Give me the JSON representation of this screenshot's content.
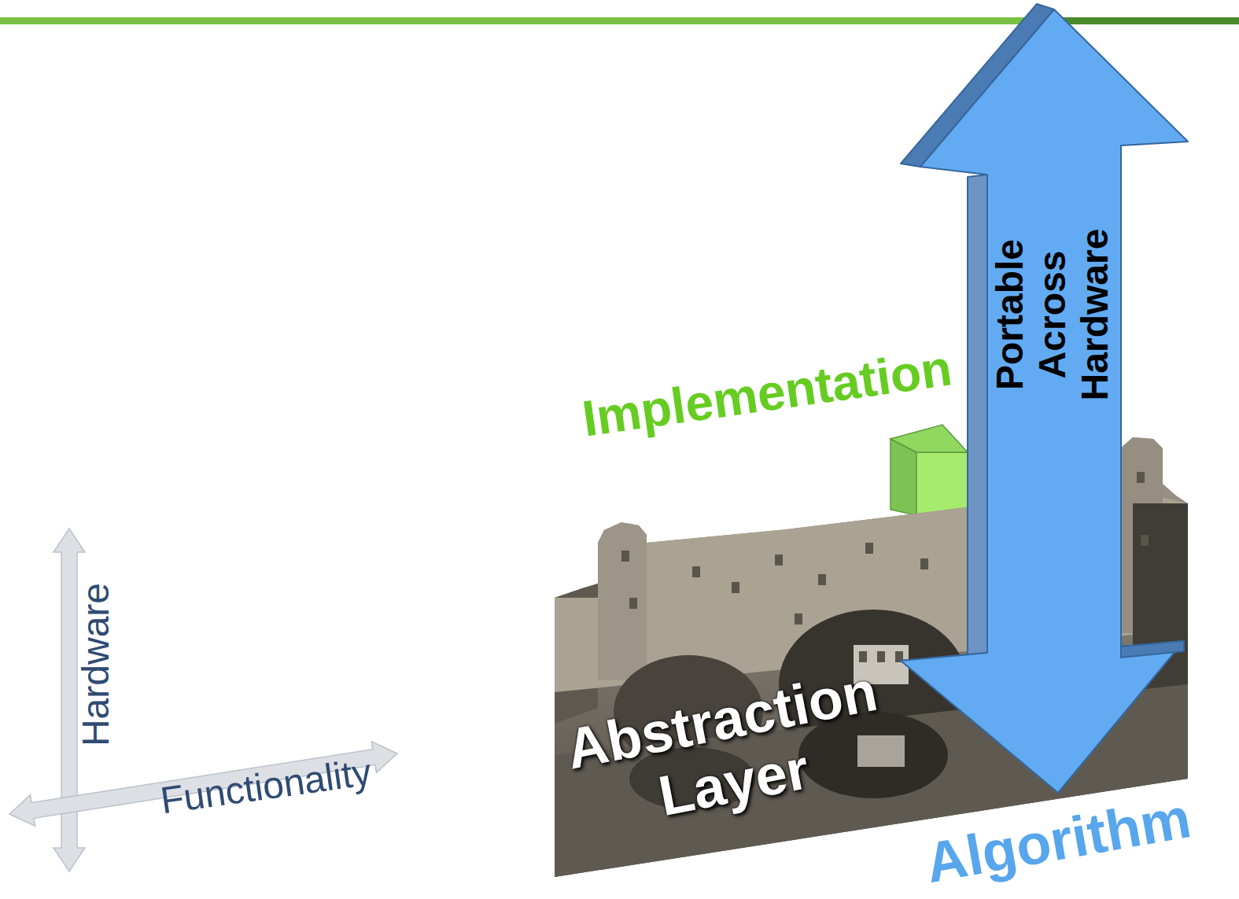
{
  "diagram": {
    "nodes": [
      {
        "text": [
          "Abstraction Layer"
        ]
      },
      {
        "text": [
          "Portable Across Hardware"
        ]
      }
    ],
    "labels": [
      "Hardware",
      "Functionality",
      "Implementation",
      "Algorithm"
    ]
  }
}
